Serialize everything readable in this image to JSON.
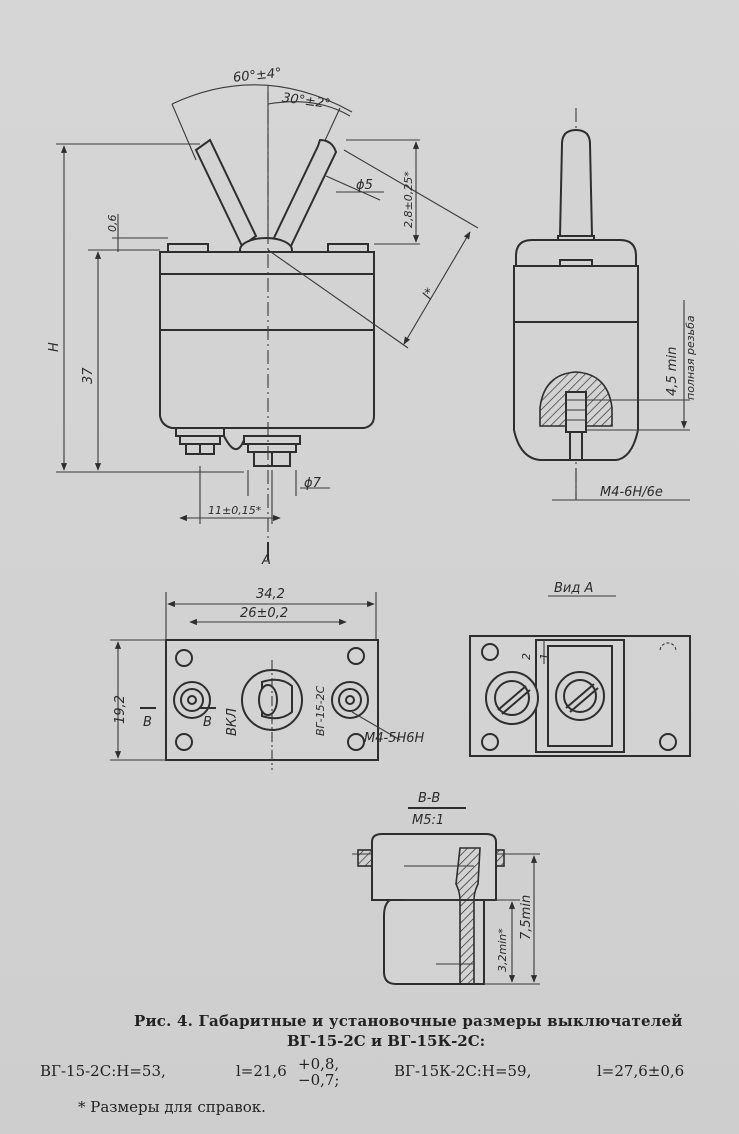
{
  "top_view": {
    "angle_outer": "60°±4°",
    "angle_inner": "30°±2°",
    "dim_gap": "0,6",
    "dim_H": "H",
    "dim_37": "37",
    "dim_d5": "ϕ5",
    "dim_28": "2,8±0,25*",
    "dim_l": "l*",
    "dim_d7": "ϕ7",
    "dim_11": "11±0,15*",
    "view_marker": "A"
  },
  "side_view": {
    "dim_45": "4,5 min",
    "note_thread": "полная резьба",
    "thread_label": "М4-6Н/6е"
  },
  "front_view": {
    "dim_342": "34,2",
    "dim_26": "26±0,2",
    "dim_192": "19,2",
    "section_mark_left": "B",
    "section_mark_right": "B",
    "label_on": "ВКЛ",
    "label_model": "ВГ-15-2С",
    "thread_label": "М4-5Н6Н"
  },
  "view_a": {
    "title": "Вид А",
    "mark_1": "1",
    "mark_2": "2"
  },
  "section_bb": {
    "title": "B-B",
    "scale": "М5:1",
    "dim_32": "3,2min*",
    "dim_75": "7,5min"
  },
  "caption": {
    "line1": "Рис. 4. Габаритные и установочные размеры выключателей",
    "line2": "ВГ-15-2С и ВГ-15К-2С:",
    "f1": "ВГ-15-2С:Н=53,",
    "f2": "l=21,6",
    "f2_upper": "+0,8,",
    "f2_lower": "−0,7;",
    "f3": "ВГ-15К-2С:Н=59,",
    "f4": "l=27,6±0,6",
    "note": "* Размеры для справок."
  }
}
